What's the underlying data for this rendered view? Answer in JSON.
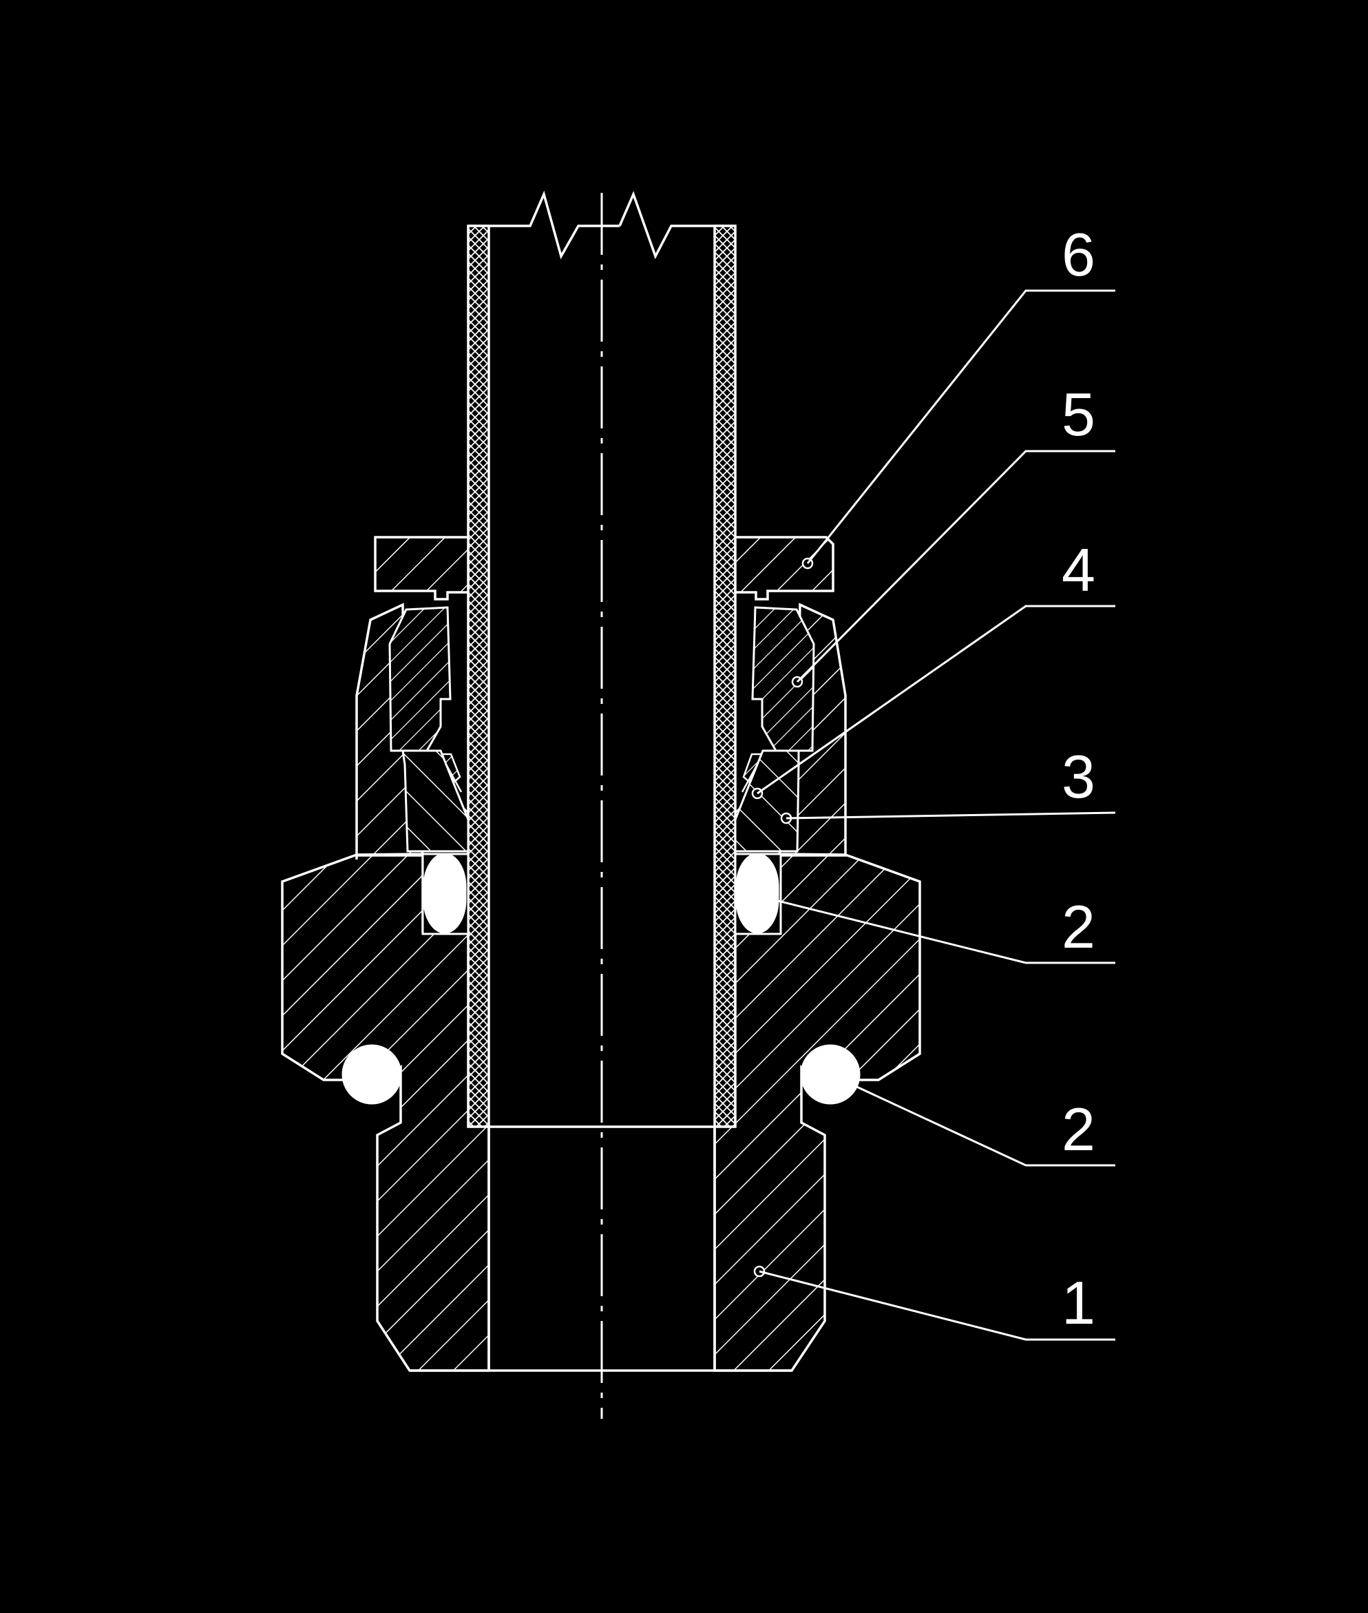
{
  "callouts": [
    {
      "number": "6"
    },
    {
      "number": "5"
    },
    {
      "number": "4"
    },
    {
      "number": "3"
    },
    {
      "number": "2"
    },
    {
      "number": "2"
    },
    {
      "number": "1"
    }
  ],
  "colors": {
    "background": "#000000",
    "lines": "#ffffff"
  }
}
